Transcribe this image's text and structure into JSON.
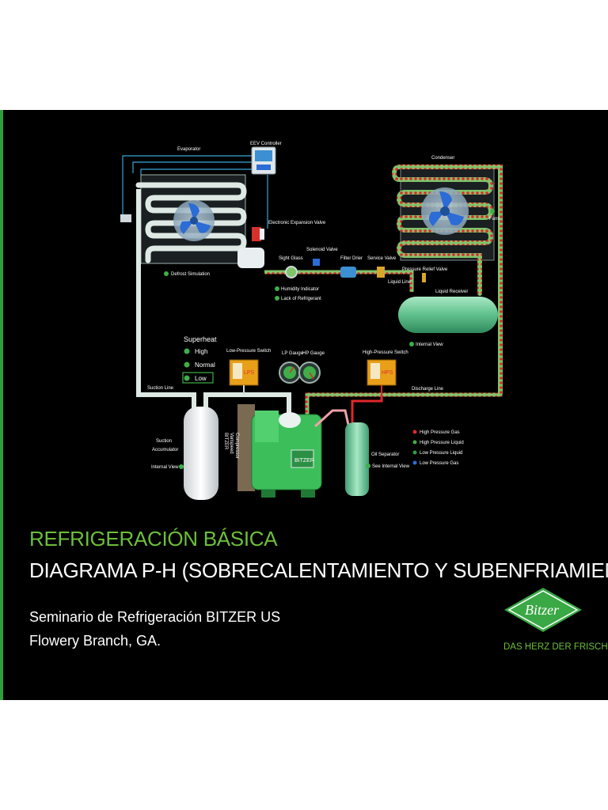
{
  "diagram": {
    "labels": {
      "evaporator": "Evaporator",
      "eev_controller": "EEV Controller",
      "electronic_expansion_valve": "Electronic Expansion Valve",
      "defrost_simulation": "Defrost Simulation",
      "sight_glass": "Sight Glass",
      "solenoid_valve": "Solenoid Valve",
      "filter_drier": "Filter Drier",
      "service_valve": "Service Valve",
      "humidity_indicator": "Humidity Indicator",
      "lack_of_refrigerant": "Lack of Refrigerant",
      "condenser": "Condenser",
      "fans": "Fans",
      "pressure_relief_valve": "Pressure Relief Valve",
      "liquid_line": "Liquid Line",
      "liquid_receiver": "Liquid Receiver",
      "internal_view_receiver": "Internal View",
      "superheat_title": "Superheat",
      "superheat_high": "High",
      "superheat_normal": "Normal",
      "superheat_low": "Low",
      "low_pressure_switch": "Low-Pressure Switch",
      "lp_gauge": "LP Gauge",
      "hp_gauge": "HP Gauge",
      "high_pressure_switch": "High-Pressure Switch",
      "discharge_line": "Discharge Line",
      "suction_line": "Suction Line",
      "suction_accumulator_1": "Suction",
      "suction_accumulator_2": "Accumulator",
      "internal_view_accumulator": "Internal View",
      "compressor_brand": "BITZER",
      "compressor_type_1": "Varispeed",
      "compressor_type_2": "Compressor",
      "oil_separator": "Oil Separator",
      "see_internal_view": "See Internal View",
      "lps_badge": "LPS",
      "hps_badge": "HPS"
    },
    "legend": [
      {
        "label": "High Pressure Gas",
        "color": "#e0272a"
      },
      {
        "label": "High Pressure Liquid",
        "color": "#3fae49"
      },
      {
        "label": "Low Pressure Liquid",
        "color": "#2f9e44"
      },
      {
        "label": "Low Pressure Gas",
        "color": "#2b6cd6"
      }
    ],
    "colors": {
      "high_pressure_gas": "#e0272a",
      "high_pressure_liquid": "#7fc46a",
      "low_pressure_gas": "#d8e6e0",
      "compressor": "#3cbf5a",
      "receiver": "#5fc08c"
    }
  },
  "text": {
    "title_line1": "REFRIGERACIÓN BÁSICA",
    "title_line2": "DIAGRAMA P-H (SOBRECALENTAMIENTO Y SUBENFRIAMIENTO)",
    "subtitle_line1": "Seminario de Refrigeración BITZER US",
    "subtitle_line2": "Flowery Branch, GA."
  },
  "logo": {
    "wordmark": "Bitzer",
    "tagline": "DAS HERZ DER FRISCHE",
    "color": "#3aa845"
  }
}
